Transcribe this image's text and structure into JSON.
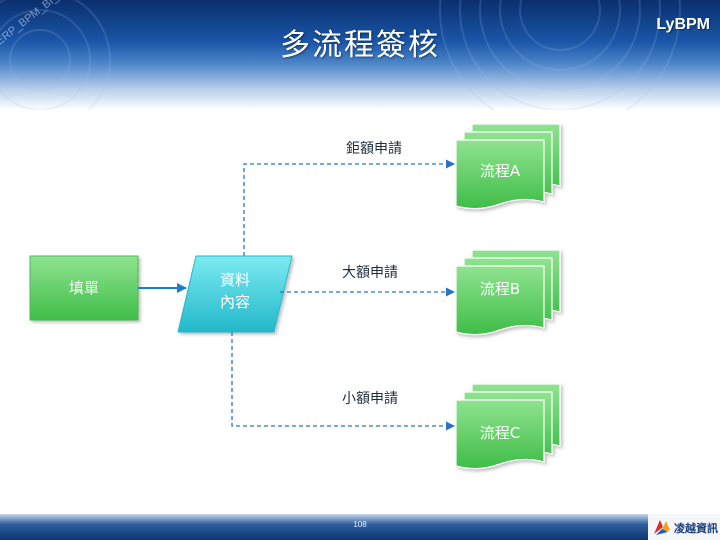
{
  "header": {
    "title": "多流程簽核",
    "brand": "LyBPM",
    "watermark": "ERP_BPM_BI_Flow"
  },
  "diagram": {
    "fill_node": {
      "label": "填單"
    },
    "data_node": {
      "line1": "資料",
      "line2": "內容"
    },
    "flows": [
      {
        "edge_label": "鉅額申請",
        "label": "流程A"
      },
      {
        "edge_label": "大額申請",
        "label": "流程B"
      },
      {
        "edge_label": "小額申請",
        "label": "流程C"
      }
    ]
  },
  "footer": {
    "page_number": "108",
    "company": "凌越資訊"
  },
  "colors": {
    "green_top": "#8be08b",
    "green_bottom": "#3fbf4a",
    "cyan_top": "#6fe6ef",
    "cyan_bottom": "#25bccc",
    "arrow_solid": "#1e7fc8",
    "arrow_dashed": "#2b73c2"
  }
}
